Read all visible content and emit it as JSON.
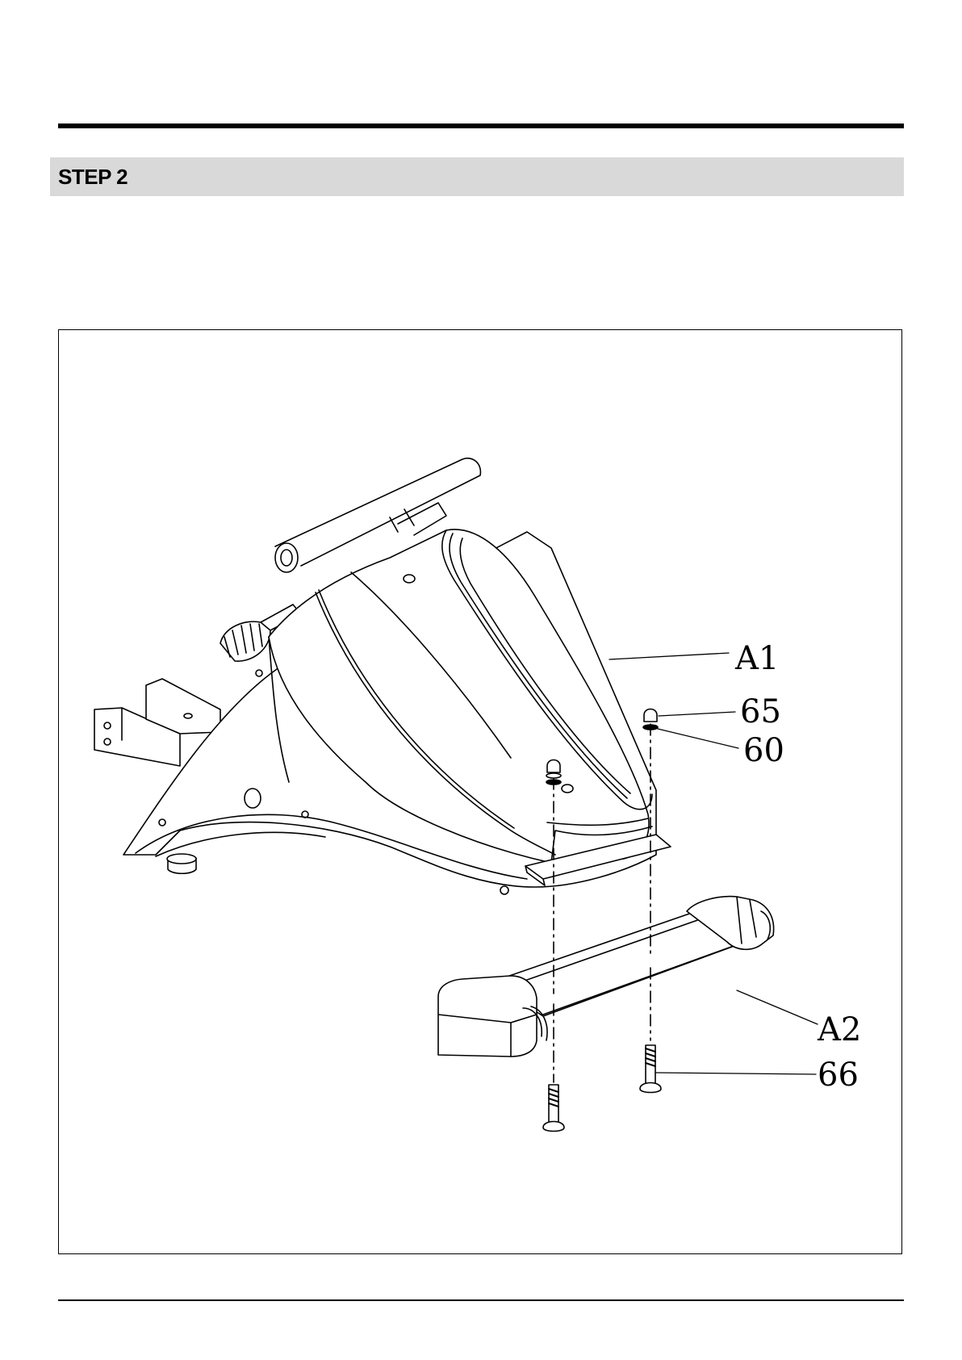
{
  "header": {
    "step_title": "STEP 2"
  },
  "figure": {
    "callouts": {
      "a1": "A1",
      "p65": "65",
      "p60": "60",
      "a2": "A2",
      "p66": "66"
    }
  }
}
